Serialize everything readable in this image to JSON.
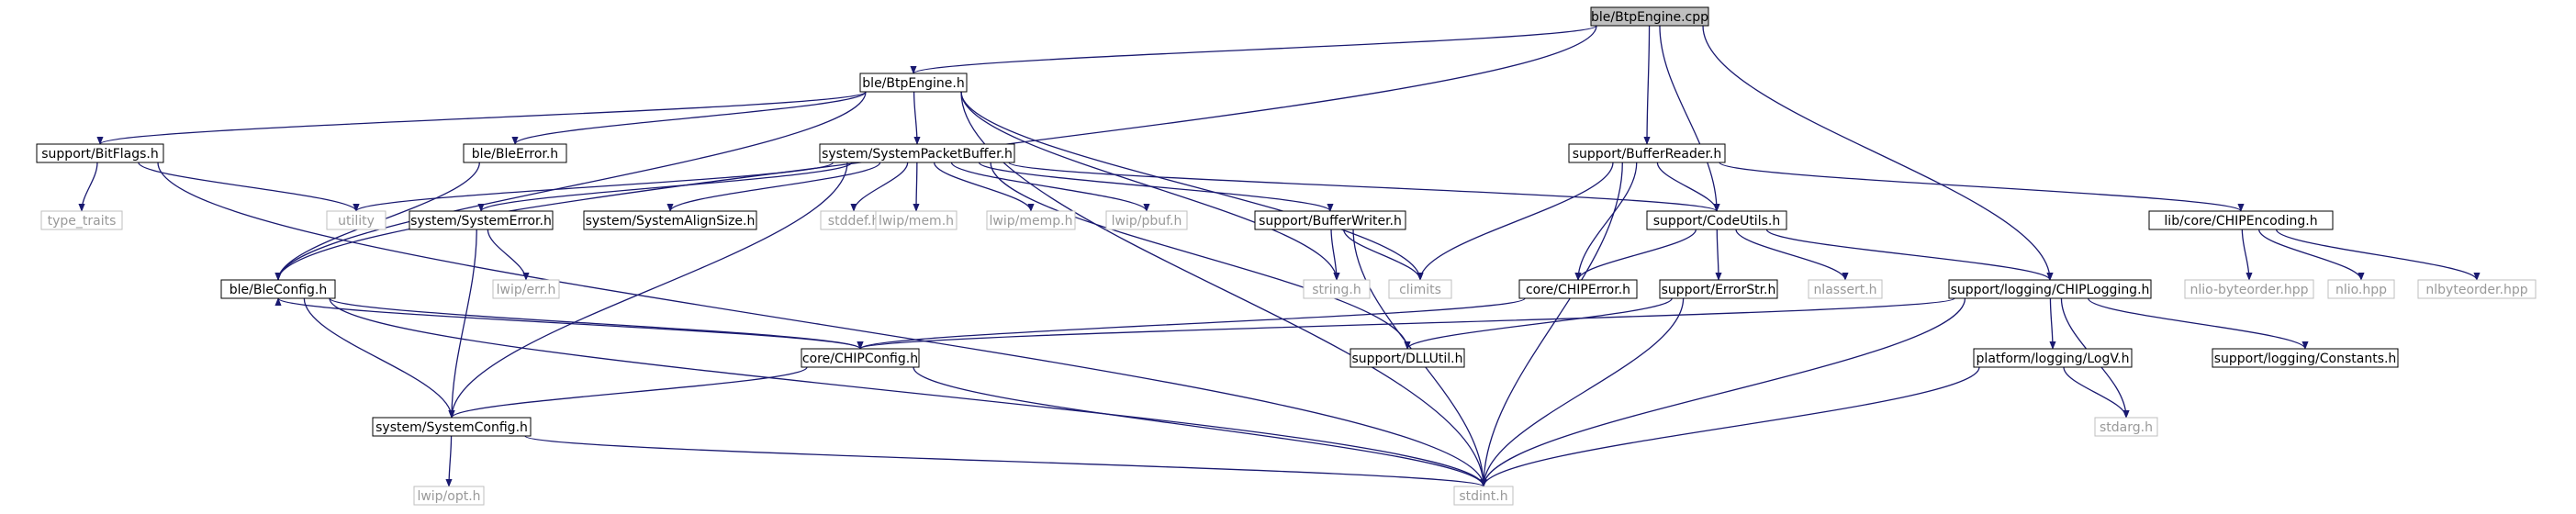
{
  "title": "ble/BtpEngine.cpp",
  "colors": {
    "edge": "#191970",
    "root_fill": "#bfbfbf",
    "box_border": "#000000",
    "external_border": "#bfbfbf",
    "external_text": "#999999"
  },
  "nodes": {
    "root": "ble/BtpEngine.cpp",
    "btpengine_h": "ble/BtpEngine.h",
    "bitflags": "support/BitFlags.h",
    "bleerror": "ble/BleError.h",
    "packetbuffer": "system/SystemPacketBuffer.h",
    "type_traits": "type_traits",
    "utility": "utility",
    "systemerror": "system/SystemError.h",
    "alignsize": "system/SystemAlignSize.h",
    "stddef": "stddef.h",
    "lwip_mem": "lwip/mem.h",
    "lwip_memp": "lwip/memp.h",
    "lwip_pbuf": "lwip/pbuf.h",
    "bufferwriter": "support/BufferWriter.h",
    "bleconfig": "ble/BleConfig.h",
    "lwip_err": "lwip/err.h",
    "string": "string.h",
    "climits": "climits",
    "chipconfig": "core/CHIPConfig.h",
    "dllutil": "support/DLLUtil.h",
    "systemconfig": "system/SystemConfig.h",
    "lwip_opt": "lwip/opt.h",
    "stdint": "stdint.h",
    "bufferreader": "support/BufferReader.h",
    "codeutils": "support/CodeUtils.h",
    "chipencoding": "lib/core/CHIPEncoding.h",
    "chiperror": "core/CHIPError.h",
    "errorstr": "support/ErrorStr.h",
    "nlassert": "nlassert.h",
    "chiplogging": "support/logging/CHIPLogging.h",
    "nlio_byteorder": "nlio-byteorder.hpp",
    "nlio": "nlio.hpp",
    "nlbyteorder": "nlbyteorder.hpp",
    "logv": "platform/logging/LogV.h",
    "constants": "support/logging/Constants.h",
    "stdarg": "stdarg.h"
  }
}
